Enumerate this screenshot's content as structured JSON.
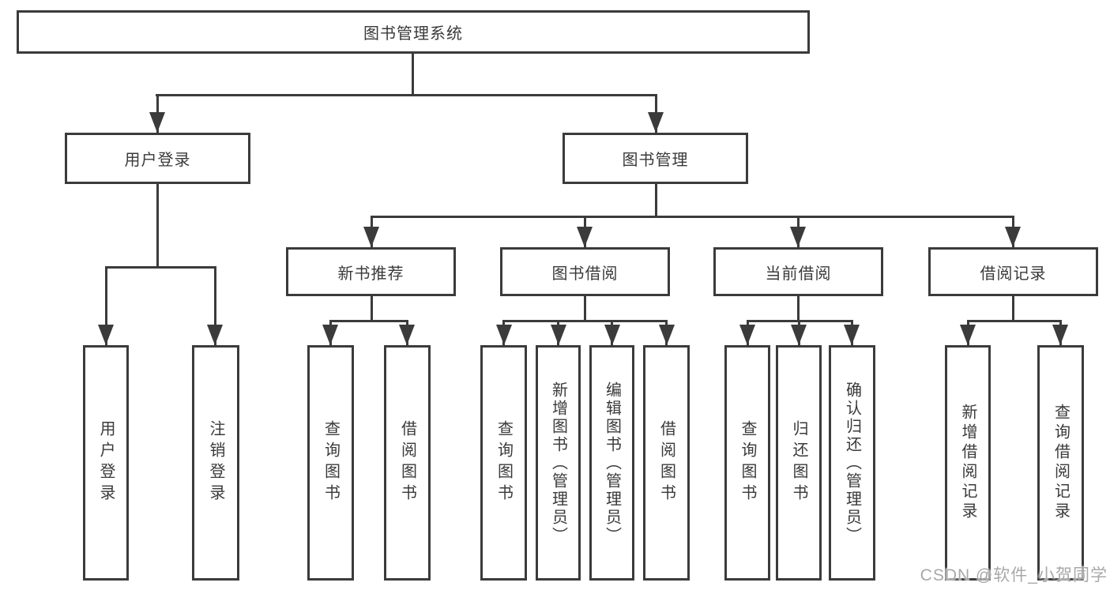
{
  "diagram": {
    "root_label": "图书管理系统",
    "branches": [
      {
        "label": "用户登录",
        "leaves": [
          "用户登录",
          "注销登录"
        ]
      },
      {
        "label": "图书管理",
        "sections": [
          {
            "label": "新书推荐",
            "leaves": [
              "查询图书",
              "借阅图书"
            ]
          },
          {
            "label": "图书借阅",
            "leaves": [
              "查询图书",
              "新增图书（管理员）",
              "编辑图书（管理员）",
              "借阅图书"
            ]
          },
          {
            "label": "当前借阅",
            "leaves": [
              "查询图书",
              "归还图书",
              "确认归还（管理员）"
            ]
          },
          {
            "label": "借阅记录",
            "leaves": [
              "新增借阅记录",
              "查询借阅记录"
            ]
          }
        ]
      }
    ]
  },
  "watermark": "CSDN @软件_小贺同学",
  "colors": {
    "line": "#3b3b3b",
    "text": "#3a3a3a",
    "watermark": "#a8a8a8",
    "background": "#ffffff"
  }
}
